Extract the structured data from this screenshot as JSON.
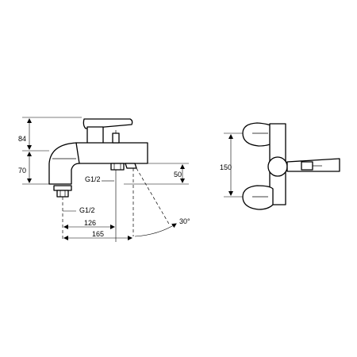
{
  "drawing": {
    "side_view": {
      "dim_height_total": "84",
      "dim_height_lower": "70",
      "dim_spout_height": "50",
      "dim_thread_outlet": "G1/2",
      "dim_thread_inlet": "G1/2",
      "dim_width_inner": "126",
      "dim_width_outer": "165",
      "dim_angle": "30°"
    },
    "front_view": {
      "dim_height": "150"
    }
  }
}
